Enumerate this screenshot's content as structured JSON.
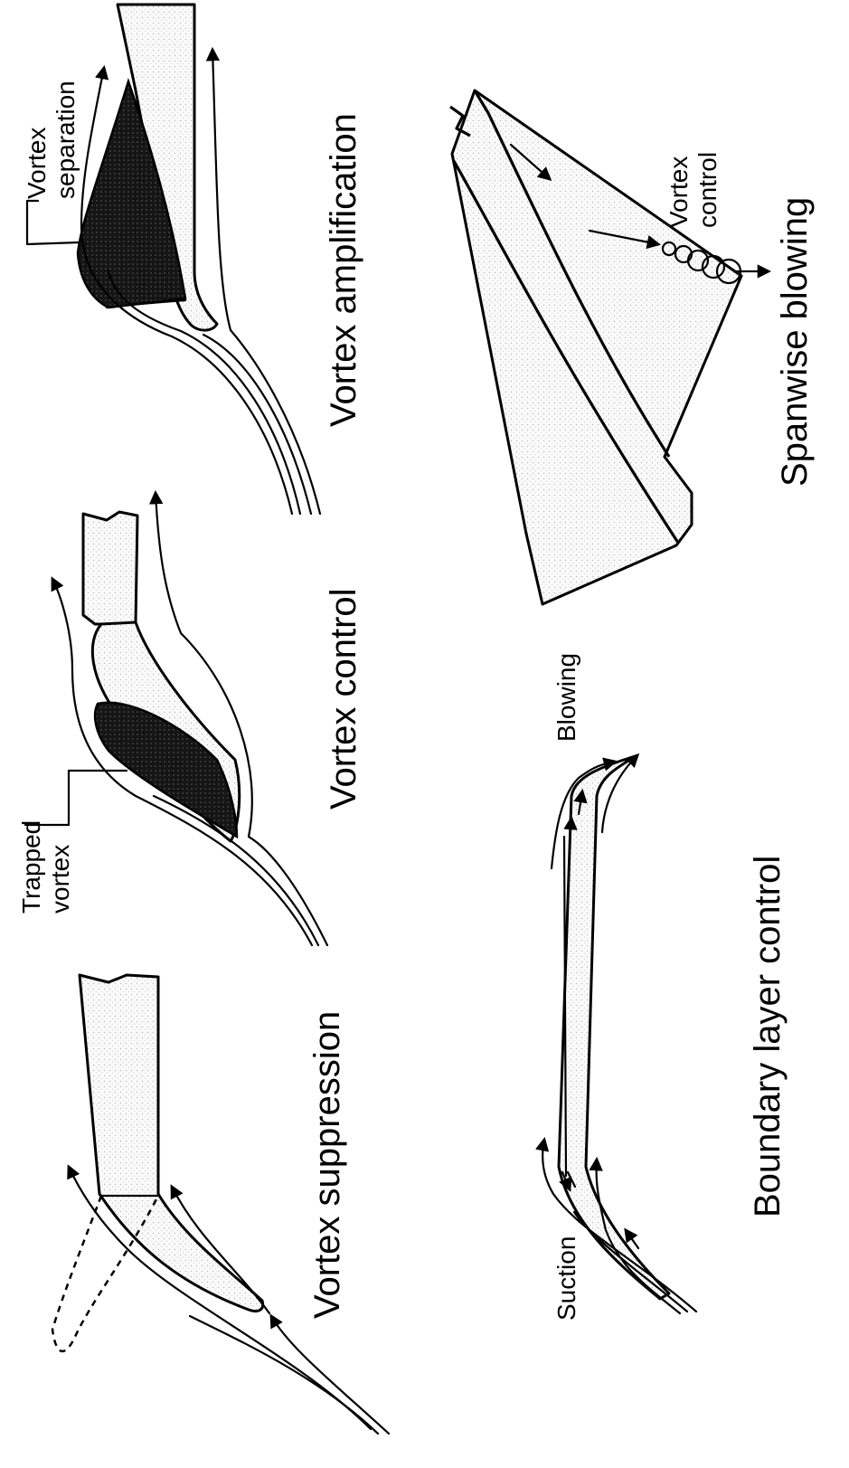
{
  "panels": {
    "vortex_amplification": {
      "title": "Vortex amplification",
      "callout": "Vortex\nseparation"
    },
    "vortex_control": {
      "title": "Vortex control",
      "callout": "Trapped\nvortex"
    },
    "vortex_suppression": {
      "title": "Vortex suppression"
    },
    "spanwise_blowing": {
      "title": "Spanwise blowing",
      "callout": "Vortex\ncontrol"
    },
    "boundary_layer_control": {
      "title": "Boundary layer control",
      "label_blowing": "Blowing",
      "label_suction": "Suction"
    }
  }
}
